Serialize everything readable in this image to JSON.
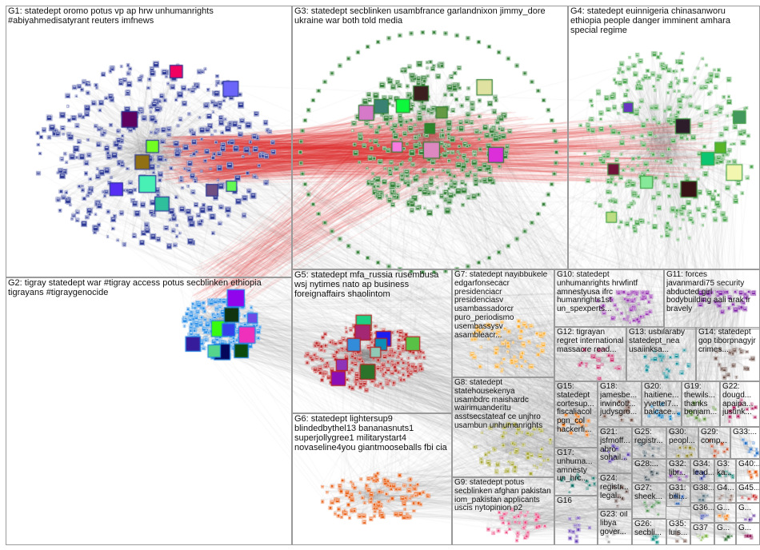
{
  "groups": [
    {
      "id": "G1",
      "text": "G1: statedept oromo potus vp ap hrw unhumanrights #abiyahmedisatyrant reuters imfnews",
      "color": "#283593"
    },
    {
      "id": "G3",
      "text": "G3: statedept secblinken usambfrance garlandnixon jimmy_dore ukraine war both told media",
      "color": "#2e7d32"
    },
    {
      "id": "G4",
      "text": "G4: statedept euinnigeria chinasanworu ethiopia people danger imminent amhara special regime",
      "color": "#43a047"
    },
    {
      "id": "G2",
      "text": "G2: tigray statedept war #tigray access potus secblinken ethiopia tigrayans #tigraygenocide",
      "color": "#1e88e5"
    },
    {
      "id": "G5",
      "text": "G5: statedept mfa_russia rusembusa wsj nytimes nato ap business foreignaffairs shaolintom",
      "color": "#b71c1c"
    },
    {
      "id": "G7",
      "text": "G7: statedept nayibbukele edgarfonsecacr presidenciacr presidenciasv usambassadorcr puro_periodismo usembassysv asambleacr...",
      "color": "#f9a825"
    },
    {
      "id": "G10",
      "text": "G10: statedept unhumanrights hrwfintf amnestyusa ifrc humanrights1st un_spexperts...",
      "color": "#8e24aa"
    },
    {
      "id": "G11",
      "text": "G11: forces javanmardi75 security abducted girl bodybuilding aali arak ir bravely",
      "color": "#7b1fa2"
    },
    {
      "id": "G12",
      "text": "G12: tigrayan regret international massacre read...",
      "color": "#c2185b"
    },
    {
      "id": "G13",
      "text": "G13: usbilaraby statedept_nea usaiinksa...",
      "color": "#00838f"
    },
    {
      "id": "G14",
      "text": "G14: statedept gop tiborpnagyjr crimes...",
      "color": "#5d4037"
    },
    {
      "id": "G8",
      "text": "G8: statedept statehousekenya usambdrc maishardc wairimuanderitu asstsecstateaf ce unjhro usambun unhumanrights",
      "color": "#9e9d24"
    },
    {
      "id": "G15",
      "text": "G15: statedept cortesup... fiscaliacol pgn_col hackerfi...",
      "color": "#ef6c00"
    },
    {
      "id": "G18",
      "text": "G18: jamesbe... irwincotl... judysgro...",
      "color": "#6d4c41"
    },
    {
      "id": "G20",
      "text": "G20: haitiene... yvettel7... balcace...",
      "color": "#0277bd"
    },
    {
      "id": "G19",
      "text": "G19: thewils... thanks benjam...",
      "color": "#558b2f"
    },
    {
      "id": "G22",
      "text": "G22: dougd... apaipa... justink...",
      "color": "#ad1457"
    },
    {
      "id": "G17",
      "text": "G17: unhuma... amnesty un_hrc...",
      "color": "#00695c"
    },
    {
      "id": "G21",
      "text": "G21: jsfmoff... abro sohail...",
      "color": "#4527a0"
    },
    {
      "id": "G25",
      "text": "G25: registr...",
      "color": "#455a64"
    },
    {
      "id": "G30",
      "text": "G30: peopl...",
      "color": "#827717"
    },
    {
      "id": "G29",
      "text": "G29: comp...",
      "color": "#bf360c"
    },
    {
      "id": "G33",
      "text": "G33:...",
      "color": "#1565c0"
    },
    {
      "id": "G28",
      "text": "G28:...",
      "color": "#37474f"
    },
    {
      "id": "G32",
      "text": "G32: libr...",
      "color": "#6a1b9a"
    },
    {
      "id": "G34",
      "text": "G34: lead...",
      "color": "#283593"
    },
    {
      "id": "G3x",
      "text": "G3: ka...",
      "color": "#00796b"
    },
    {
      "id": "G40",
      "text": "G40:...",
      "color": "#e65100"
    },
    {
      "id": "G9",
      "text": "G9: statedept potus secblinken afghan pakistan iom_pakistan applicants uscis nytopinion p2",
      "color": "#ec407a"
    },
    {
      "id": "G24",
      "text": "G24: registr... legal...",
      "color": "#4e342e"
    },
    {
      "id": "G27",
      "text": "G27: sheek...",
      "color": "#2e7d32"
    },
    {
      "id": "G31",
      "text": "G31: billi...",
      "color": "#0d47a1"
    },
    {
      "id": "G38",
      "text": "G38:...",
      "color": "#546e7a"
    },
    {
      "id": "G4x",
      "text": "G4...",
      "color": "#8d6e63"
    },
    {
      "id": "G45",
      "text": "G45...",
      "color": "#c62828"
    },
    {
      "id": "G16",
      "text": "G16",
      "color": "#5e35b1"
    },
    {
      "id": "G23",
      "text": "G23: oil libya gover...",
      "color": "#9e9e9e"
    },
    {
      "id": "G26",
      "text": "G26: secbli...",
      "color": "#00897b"
    },
    {
      "id": "G35",
      "text": "G35: luis...",
      "color": "#6d4c41"
    },
    {
      "id": "G36",
      "text": "G36...",
      "color": "#3949ab"
    },
    {
      "id": "G37",
      "text": "G37",
      "color": "#7cb342"
    },
    {
      "id": "G6",
      "text": "G6: statedept lightersup9 blindedbythel13 bananasnuts1 superjollygree1 militarystart4 novaseline4you giantmooseballs fbi cia",
      "color": "#e65100"
    },
    {
      "id": "G_a",
      "text": "G...",
      "color": "#f57f17"
    },
    {
      "id": "G_b",
      "text": "G...",
      "color": "#4a148c"
    },
    {
      "id": "G_c",
      "text": "G...",
      "color": "#1b5e20"
    },
    {
      "id": "G_d",
      "text": "G...",
      "color": "#880e4f"
    },
    {
      "id": "G_e",
      "text": "G...",
      "color": "#01579b"
    },
    {
      "id": "G_f",
      "text": "G...",
      "color": "#33691e"
    }
  ]
}
